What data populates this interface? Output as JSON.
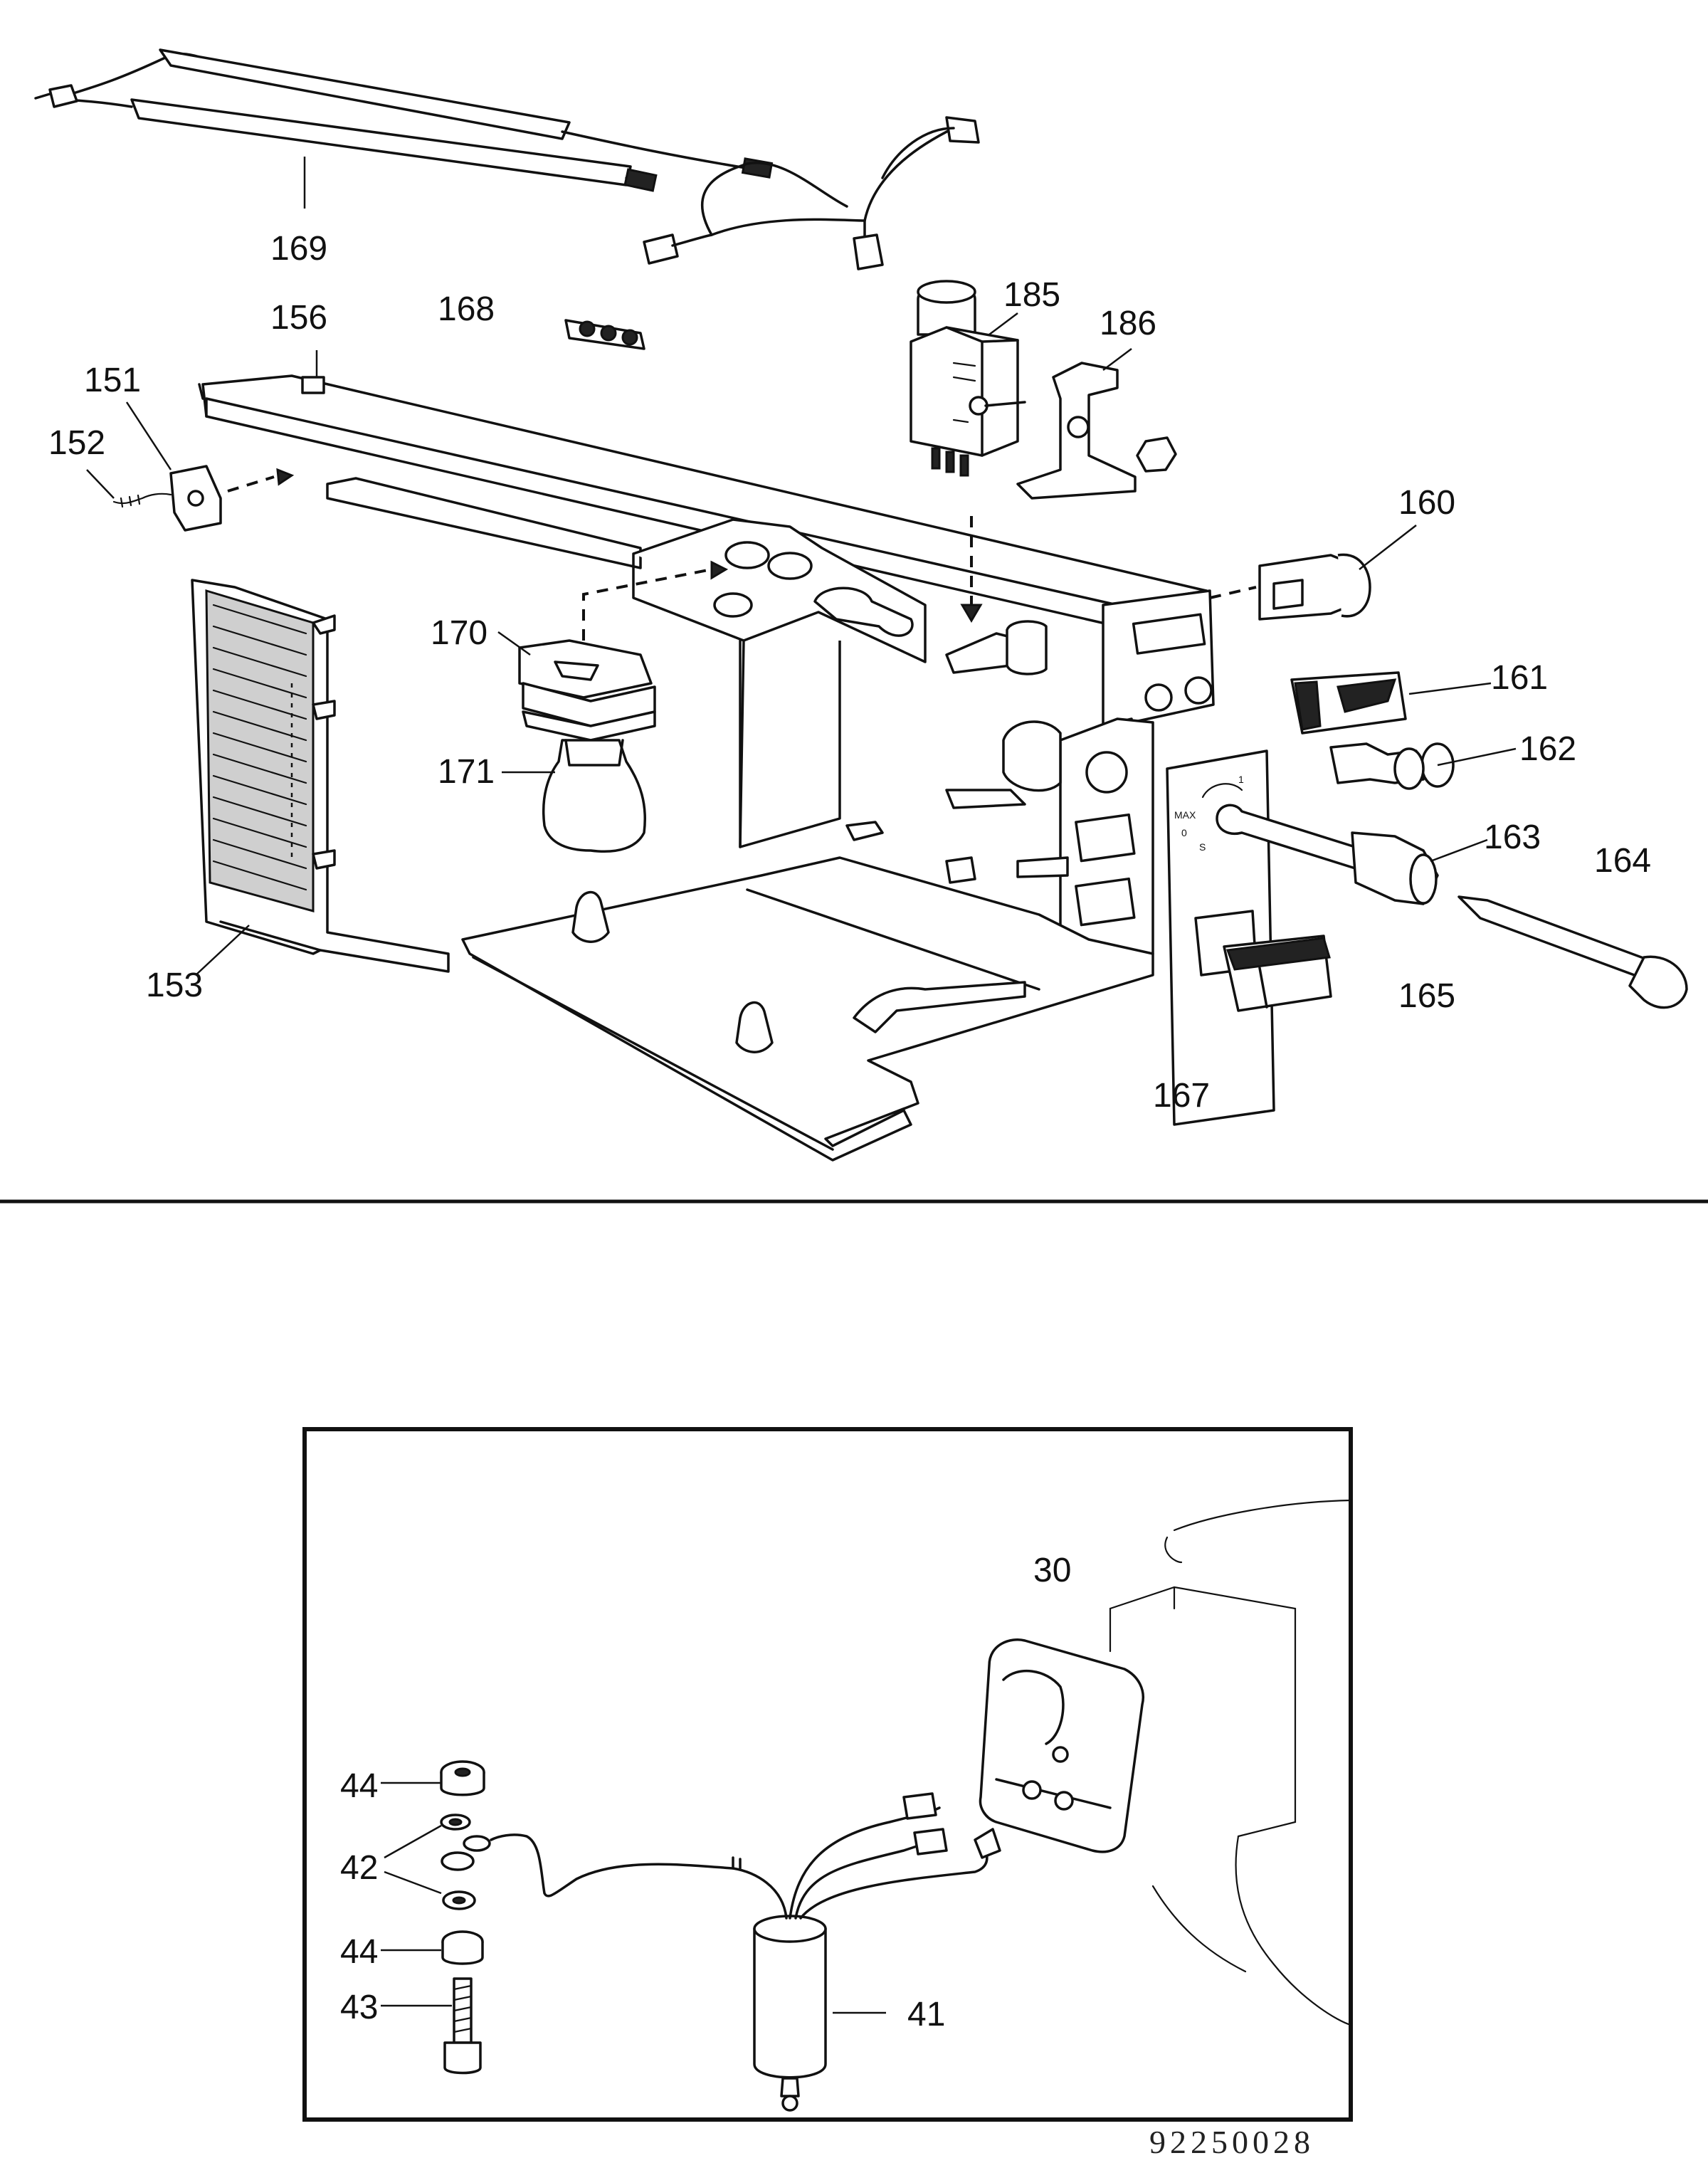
{
  "top_labels": {
    "l169": "169",
    "l168": "168",
    "l156": "156",
    "l151": "151",
    "l152": "152",
    "l185": "185",
    "l186": "186",
    "l160": "160",
    "l161": "161",
    "l162": "162",
    "l163": "163",
    "l164": "164",
    "l165": "165",
    "l167": "167",
    "l170": "170",
    "l171": "171",
    "l153": "153"
  },
  "inset_labels": {
    "l30": "30",
    "l44a": "44",
    "l42": "42",
    "l44b": "44",
    "l43": "43",
    "l41": "41"
  },
  "dial_markings": {
    "max": "MAX",
    "one": "1",
    "s": "S",
    "zero": "0"
  },
  "drawing_code": "92250028"
}
